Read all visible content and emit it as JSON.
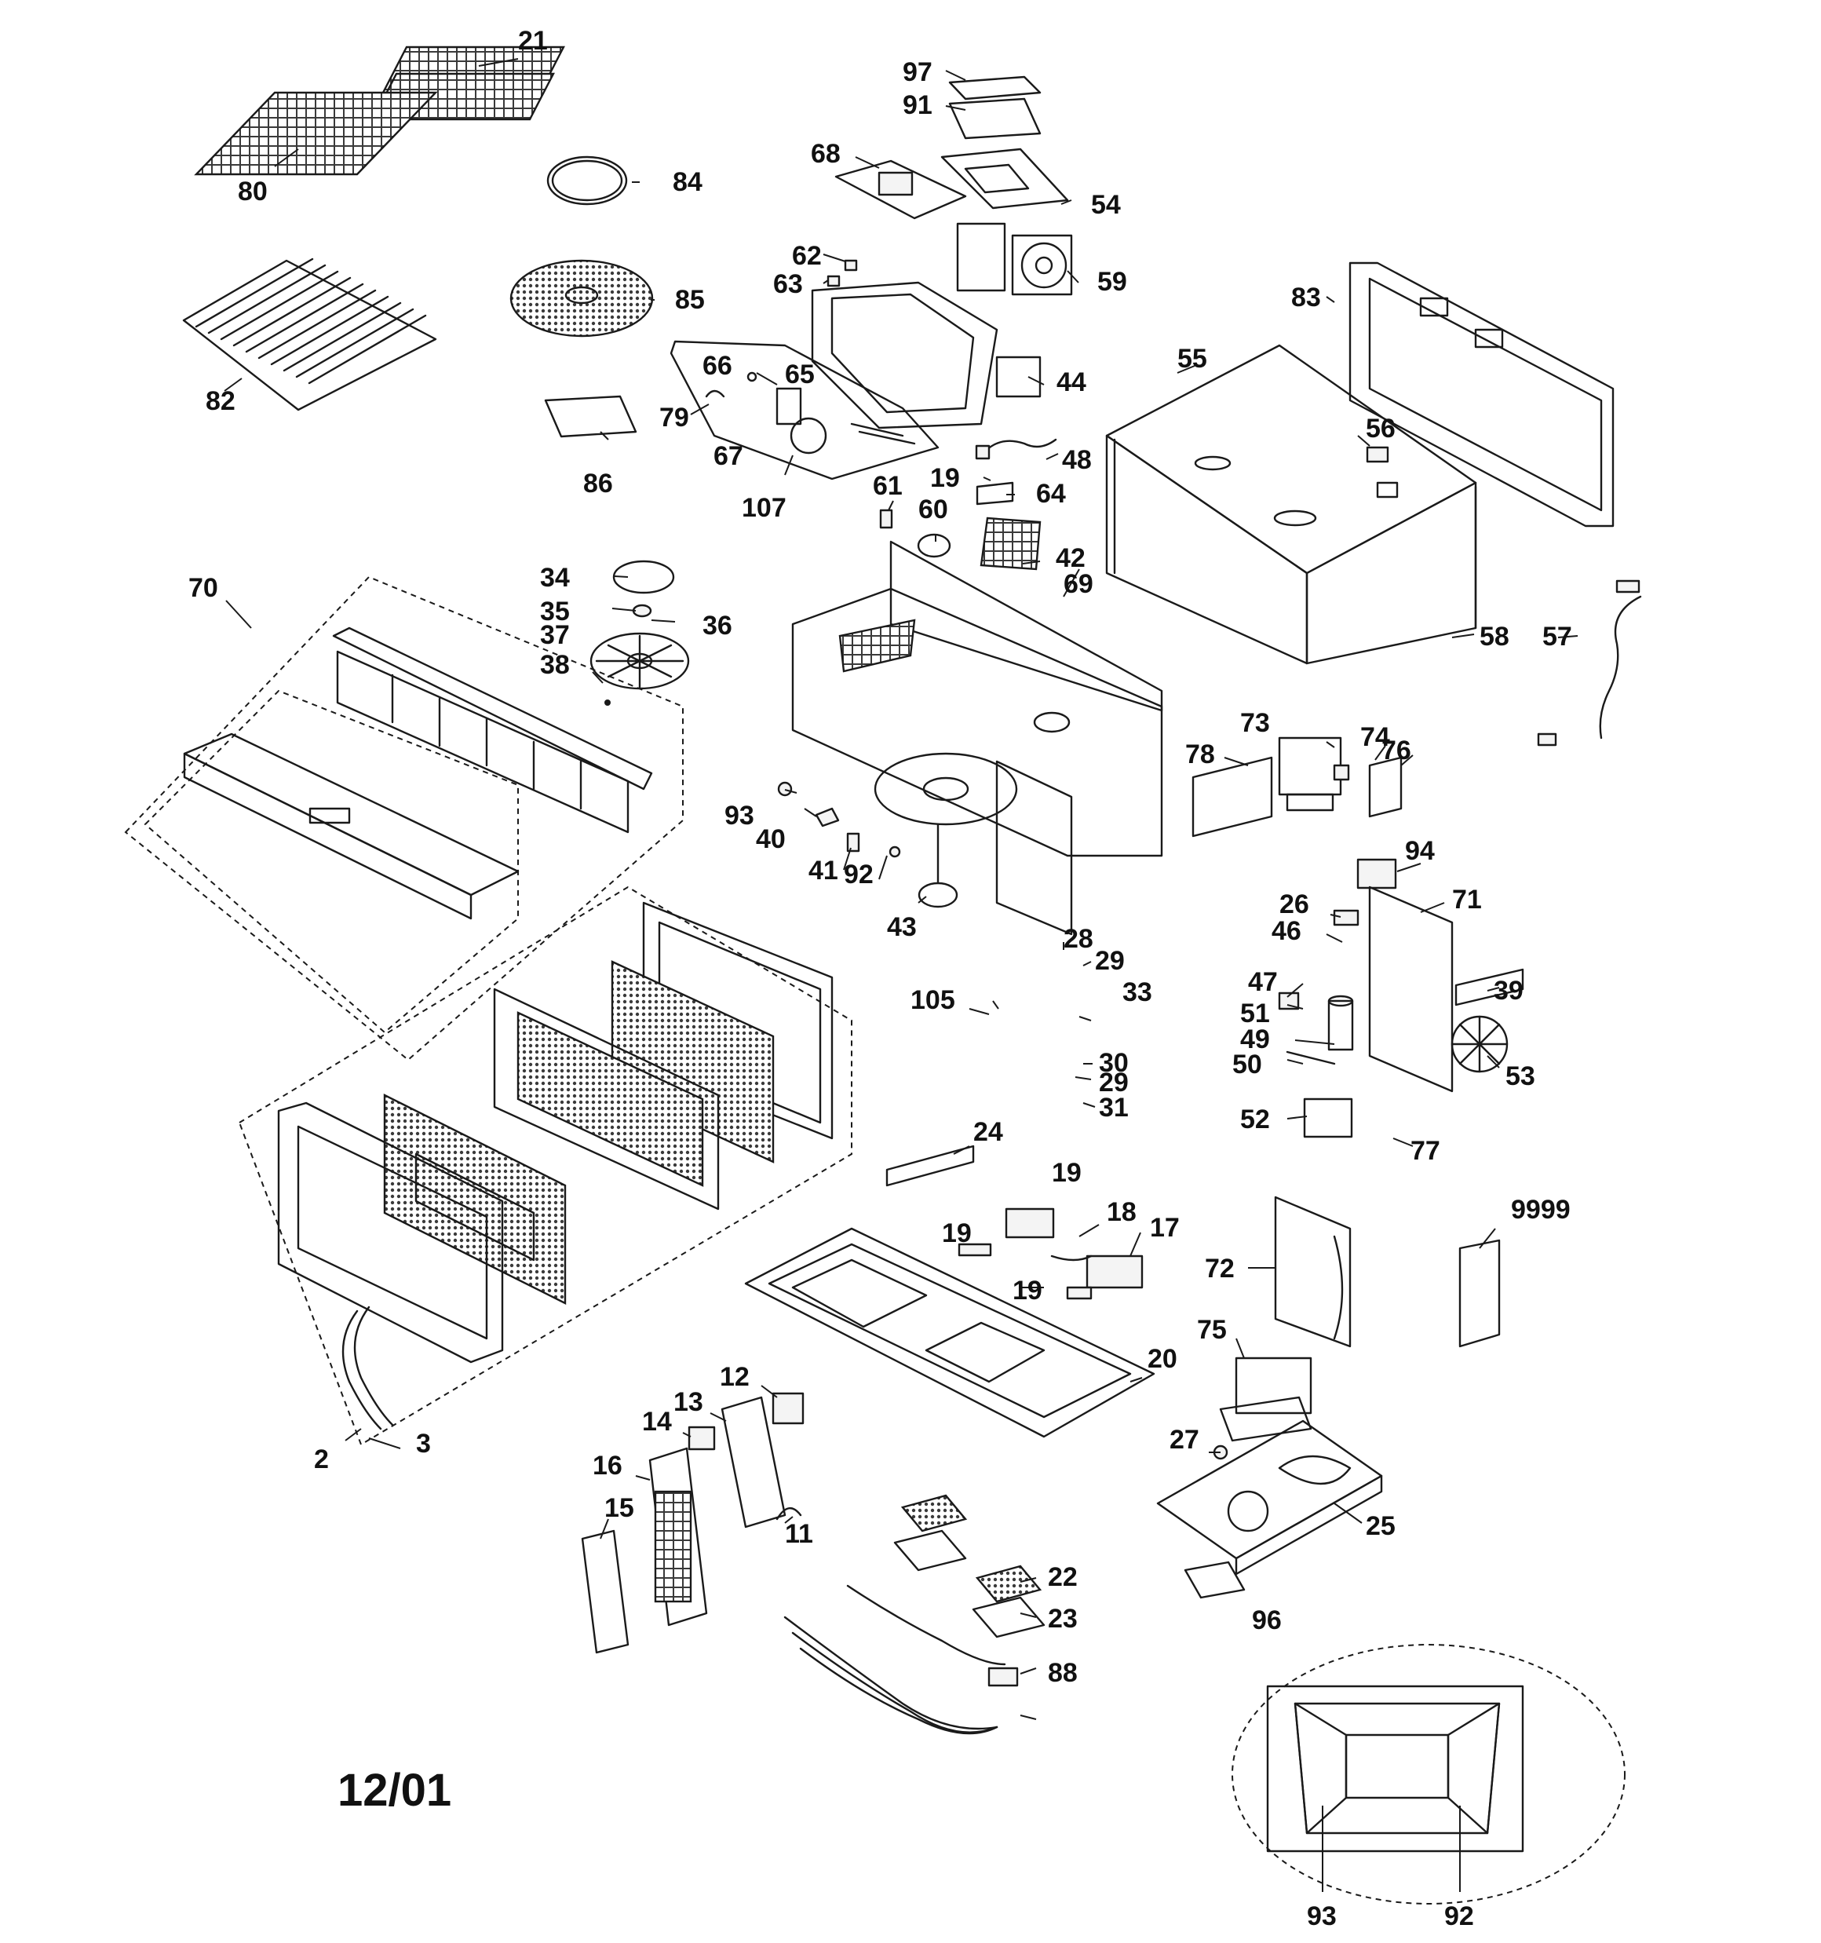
{
  "diagram": {
    "date_code": "12/01",
    "labels": [
      "21",
      "97",
      "91",
      "80",
      "84",
      "68",
      "54",
      "85",
      "62",
      "63",
      "59",
      "82",
      "83",
      "55",
      "66",
      "65",
      "44",
      "79",
      "67",
      "48",
      "56",
      "86",
      "107",
      "19",
      "61",
      "64",
      "60",
      "42",
      "34",
      "70",
      "69",
      "35",
      "36",
      "37",
      "58",
      "57",
      "38",
      "73",
      "74",
      "76",
      "78",
      "93",
      "40",
      "94",
      "41",
      "92",
      "71",
      "26",
      "46",
      "43",
      "28",
      "29",
      "33",
      "39",
      "105",
      "47",
      "51",
      "49",
      "30",
      "50",
      "53",
      "31",
      "52",
      "77",
      "24",
      "9999",
      "72",
      "18",
      "17",
      "20",
      "75",
      "27",
      "12",
      "13",
      "14",
      "3",
      "2",
      "16",
      "25",
      "11",
      "15",
      "22",
      "23",
      "96",
      "88"
    ],
    "colors": {
      "line": "#1a1a1a",
      "background": "#ffffff",
      "mesh": "#3a3a3a"
    }
  }
}
